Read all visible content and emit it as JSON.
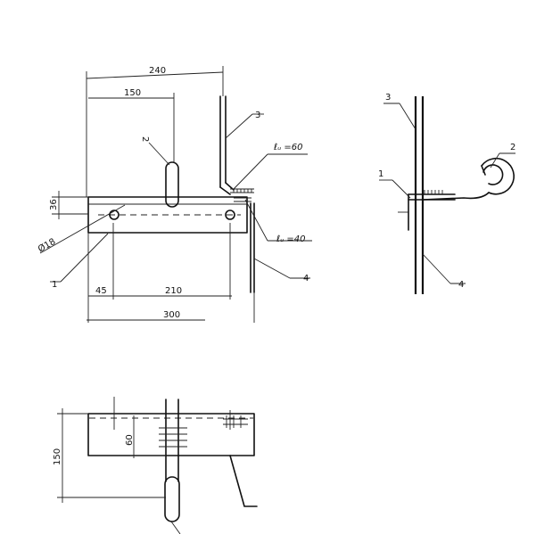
{
  "top_view": {
    "dim_overall_top": "240",
    "dim_hook_offset": "150",
    "dim_height": "36",
    "dim_hole": "Ø18",
    "dim_left": "45",
    "dim_mid": "210",
    "dim_total": "300",
    "weld_upper": "ℓᵤ =60",
    "weld_lower": "ℓᵤ =40",
    "part_1": "1",
    "part_2": "2",
    "part_3": "3",
    "part_4": "4"
  },
  "side_view": {
    "part_1": "1",
    "part_2": "2",
    "part_3": "3",
    "part_4": "4"
  },
  "bottom_view": {
    "dim_height": "150",
    "dim_60": "60"
  }
}
